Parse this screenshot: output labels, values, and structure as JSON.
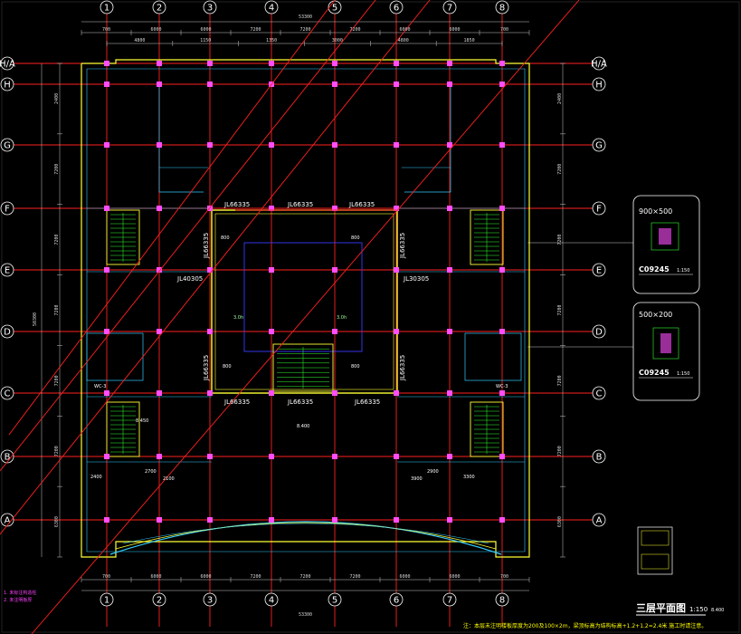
{
  "grid": {
    "columns": [
      "1",
      "2",
      "3",
      "4",
      "5",
      "6",
      "7",
      "8"
    ],
    "rows": [
      "H/A",
      "H",
      "G",
      "F",
      "E",
      "D",
      "C",
      "B",
      "A"
    ]
  },
  "dimensions": {
    "total": "53300",
    "top_chain": [
      "700",
      "6000",
      "6000",
      "7200",
      "7200",
      "7200",
      "6000",
      "6000",
      "700"
    ],
    "top_chain2": [
      "4800",
      "1150",
      "1350",
      "3000",
      "4800",
      "1850"
    ],
    "bottom_chain": [
      "700",
      "6000",
      "6000",
      "7200",
      "7200",
      "7200",
      "6000",
      "6000",
      "700"
    ],
    "left_chain": [
      "2400",
      "7200",
      "7200",
      "7200",
      "7200",
      "7200",
      "6300"
    ],
    "left_total": "50300",
    "right_chain": [
      "2400",
      "7200",
      "7200",
      "7200",
      "7200",
      "7200",
      "6300"
    ]
  },
  "beams": {
    "top_labels": [
      "JL66335",
      "JL66335",
      "JL66335"
    ],
    "bottom_labels": [
      "JL66335",
      "JL66335",
      "JL66335"
    ],
    "left_labels": [
      "JL66335",
      "JL66335"
    ],
    "right_labels": [
      "JL66335",
      "JL66335"
    ],
    "mid_left": "JL40305",
    "mid_right": "JL30305"
  },
  "annotations": {
    "slab_800_a": "800",
    "slab_800_b": "800",
    "slab_800_c": "800",
    "slab_800_d": "800",
    "hatch_3h_a": "3.0h",
    "hatch_3h_b": "3.0h",
    "elev_a": "8.450",
    "elev_b": "8.400",
    "wc_left": "WC-3",
    "wc_right": "WC-3",
    "dim_2400": "2400",
    "dim_2700": "2700",
    "dim_2900": "2900",
    "dim_3300": "3300",
    "dim_3900": "3900",
    "dim_2100": "2100"
  },
  "sections": [
    {
      "dims": "900×500",
      "code": "C09245",
      "scale": "1:150"
    },
    {
      "dims": "500×200",
      "code": "C09245",
      "scale": "1:150"
    }
  ],
  "left_notes": [
    "1. 未标注构造柱",
    "2. 未注明板厚"
  ],
  "title": {
    "main": "三层平面图",
    "scale": "1:150",
    "elev": "8.400"
  },
  "footer_note": "注：本层未注明楼板厚度为200及100×2m，梁顶标高为结构标高+1.2+1.2=2.4米 施工时请注意。",
  "colors": {
    "background": "#000000",
    "axis": "#ff2020",
    "column": "#ff4dff",
    "wall": "#ffff33",
    "dim": "#ffffff",
    "green": "#33ff33",
    "cyan": "#33ccff",
    "blue": "#3b3bff"
  }
}
